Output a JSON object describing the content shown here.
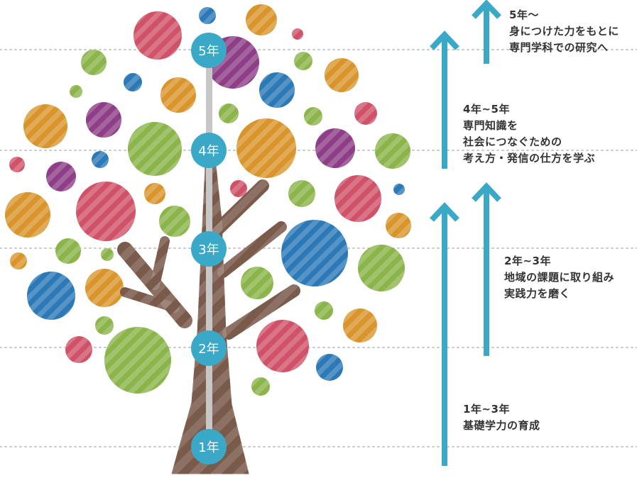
{
  "colors": {
    "accent": "#3aa9c7",
    "trunk": "#7a5a4b",
    "trunk_stripe": "#8f7263",
    "pole": "#c7c7c7",
    "dots": "#c8c8c8",
    "red": "#cf5268",
    "orange": "#d9952c",
    "green": "#8bb44a",
    "purple": "#8d3e86",
    "blue": "#2c79b7"
  },
  "years": [
    "5年",
    "4年",
    "3年",
    "2年",
    "1年"
  ],
  "stages": [
    {
      "range": "5年～",
      "lines": [
        "身につけた力をもとに",
        "専門学科での研究へ"
      ]
    },
    {
      "range": "4年~5年",
      "lines": [
        "専門知識を",
        "社会につなぐための",
        "考え方・発信の仕方を学ぶ"
      ]
    },
    {
      "range": "2年~3年",
      "lines": [
        "地域の課題に取り組み",
        "実践力を磨く"
      ]
    },
    {
      "range": "1年~3年",
      "lines": [
        "基礎学力の育成"
      ]
    }
  ]
}
